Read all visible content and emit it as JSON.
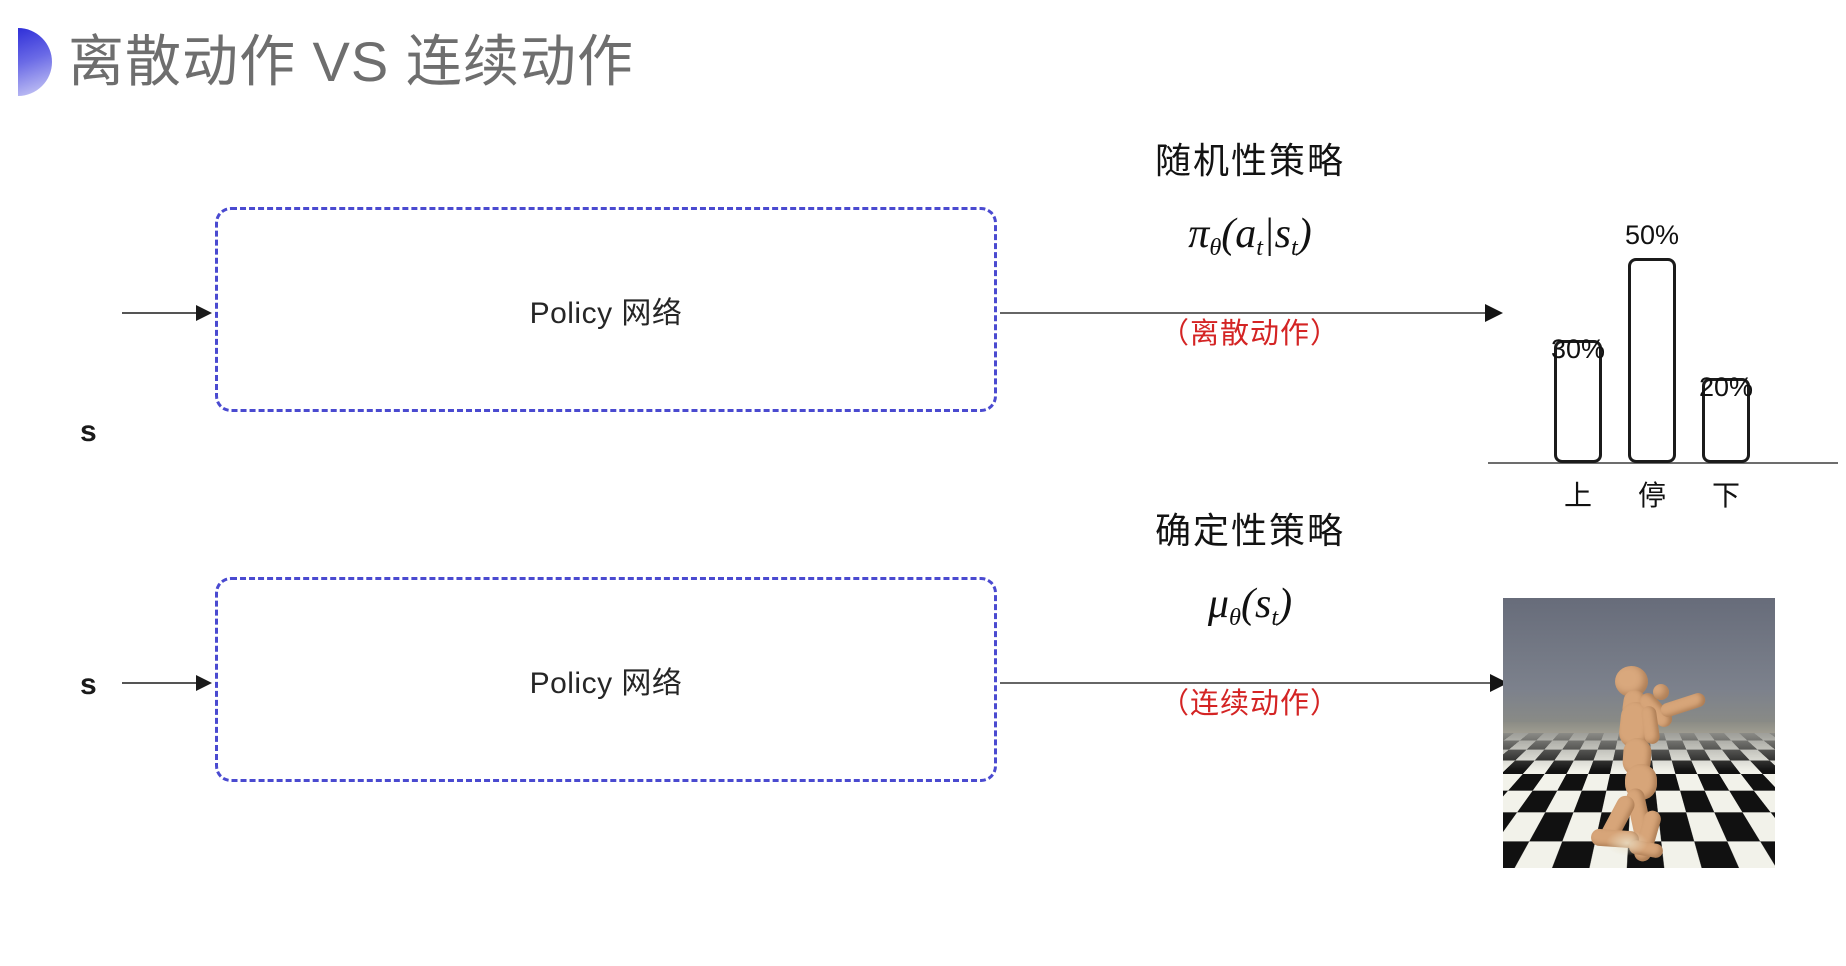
{
  "slide": {
    "title": "离散动作 VS 连续动作",
    "title_color": "#6e6e6e",
    "accent_color": "#4a4ad0",
    "note_color": "#d42424",
    "background": "#ffffff"
  },
  "discrete_row": {
    "input_label": "s",
    "policy_box_label": "Policy 网络",
    "annotation_heading": "随机性策略",
    "annotation_formula": "π",
    "annotation_formula_sub1": "θ",
    "annotation_formula_mid": "(a",
    "annotation_formula_sub2": "t",
    "annotation_formula_bar": "|s",
    "annotation_formula_sub3": "t",
    "annotation_formula_end": ")",
    "annotation_note": "（离散动作）"
  },
  "continuous_row": {
    "input_label": "s",
    "policy_box_label": "Policy 网络",
    "annotation_heading": "确定性策略",
    "annotation_formula": "μ",
    "annotation_formula_sub1": "θ",
    "annotation_formula_mid": "(s",
    "annotation_formula_sub2": "t",
    "annotation_formula_end": ")",
    "annotation_note": "（连续动作）",
    "image_caption": "humanoid-simulation"
  },
  "chart_data": {
    "type": "bar",
    "categories": [
      "上",
      "停",
      "下"
    ],
    "values": [
      30,
      50,
      20
    ],
    "value_labels": [
      "30%",
      "50%",
      "20%"
    ],
    "title": "",
    "xlabel": "",
    "ylabel": "",
    "ylim": [
      0,
      60
    ],
    "grid": false,
    "legend": "none",
    "bar_fill": "#ffffff",
    "bar_stroke": "#1b1b1b"
  },
  "icons": {
    "title_bullet": "half-circle-gradient-icon",
    "arrow": "arrow-right-icon"
  }
}
